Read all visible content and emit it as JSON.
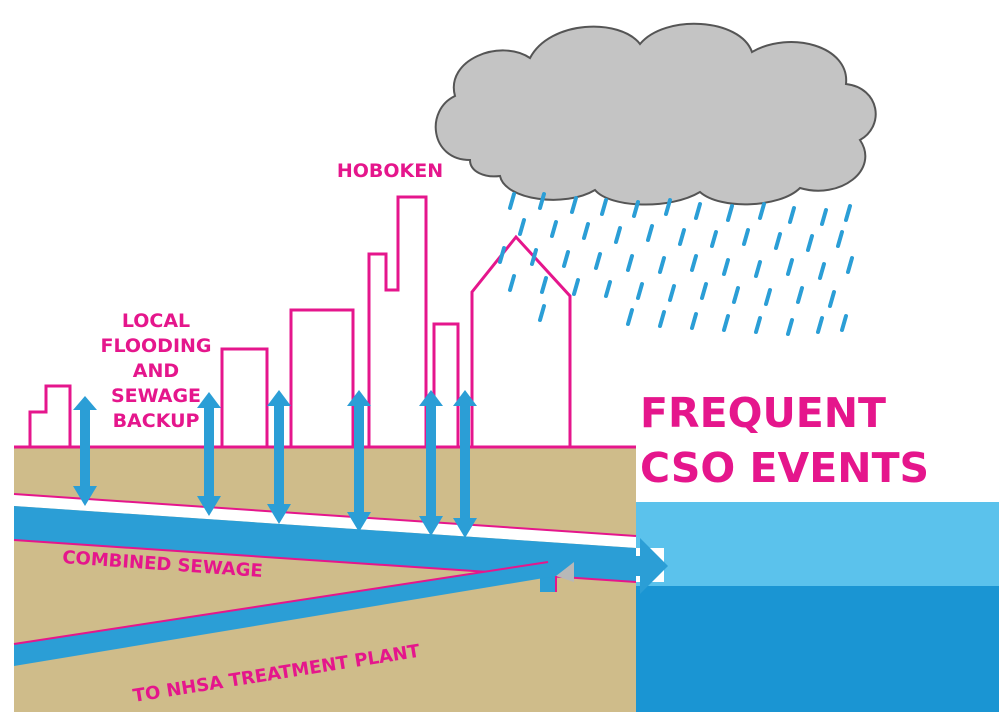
{
  "labels": {
    "hoboken": "HOBOKEN",
    "local_flooding": [
      "LOCAL",
      "FLOODING",
      "AND",
      "SEWAGE",
      "BACKUP"
    ],
    "frequent_cso": [
      "FREQUENT",
      "CSO EVENTS"
    ],
    "combined_sewage": "COMBINED SEWAGE",
    "treatment_plant": "TO NHSA TREATMENT PLANT"
  },
  "colors": {
    "magenta": "#e5168c",
    "ground": "#cfbc8a",
    "pipe_blue": "#2b9ed6",
    "water_light": "#5bc2ec",
    "water_dark": "#1a95d3",
    "cloud": "#c4c4c4",
    "rain": "#2b9ed6"
  }
}
